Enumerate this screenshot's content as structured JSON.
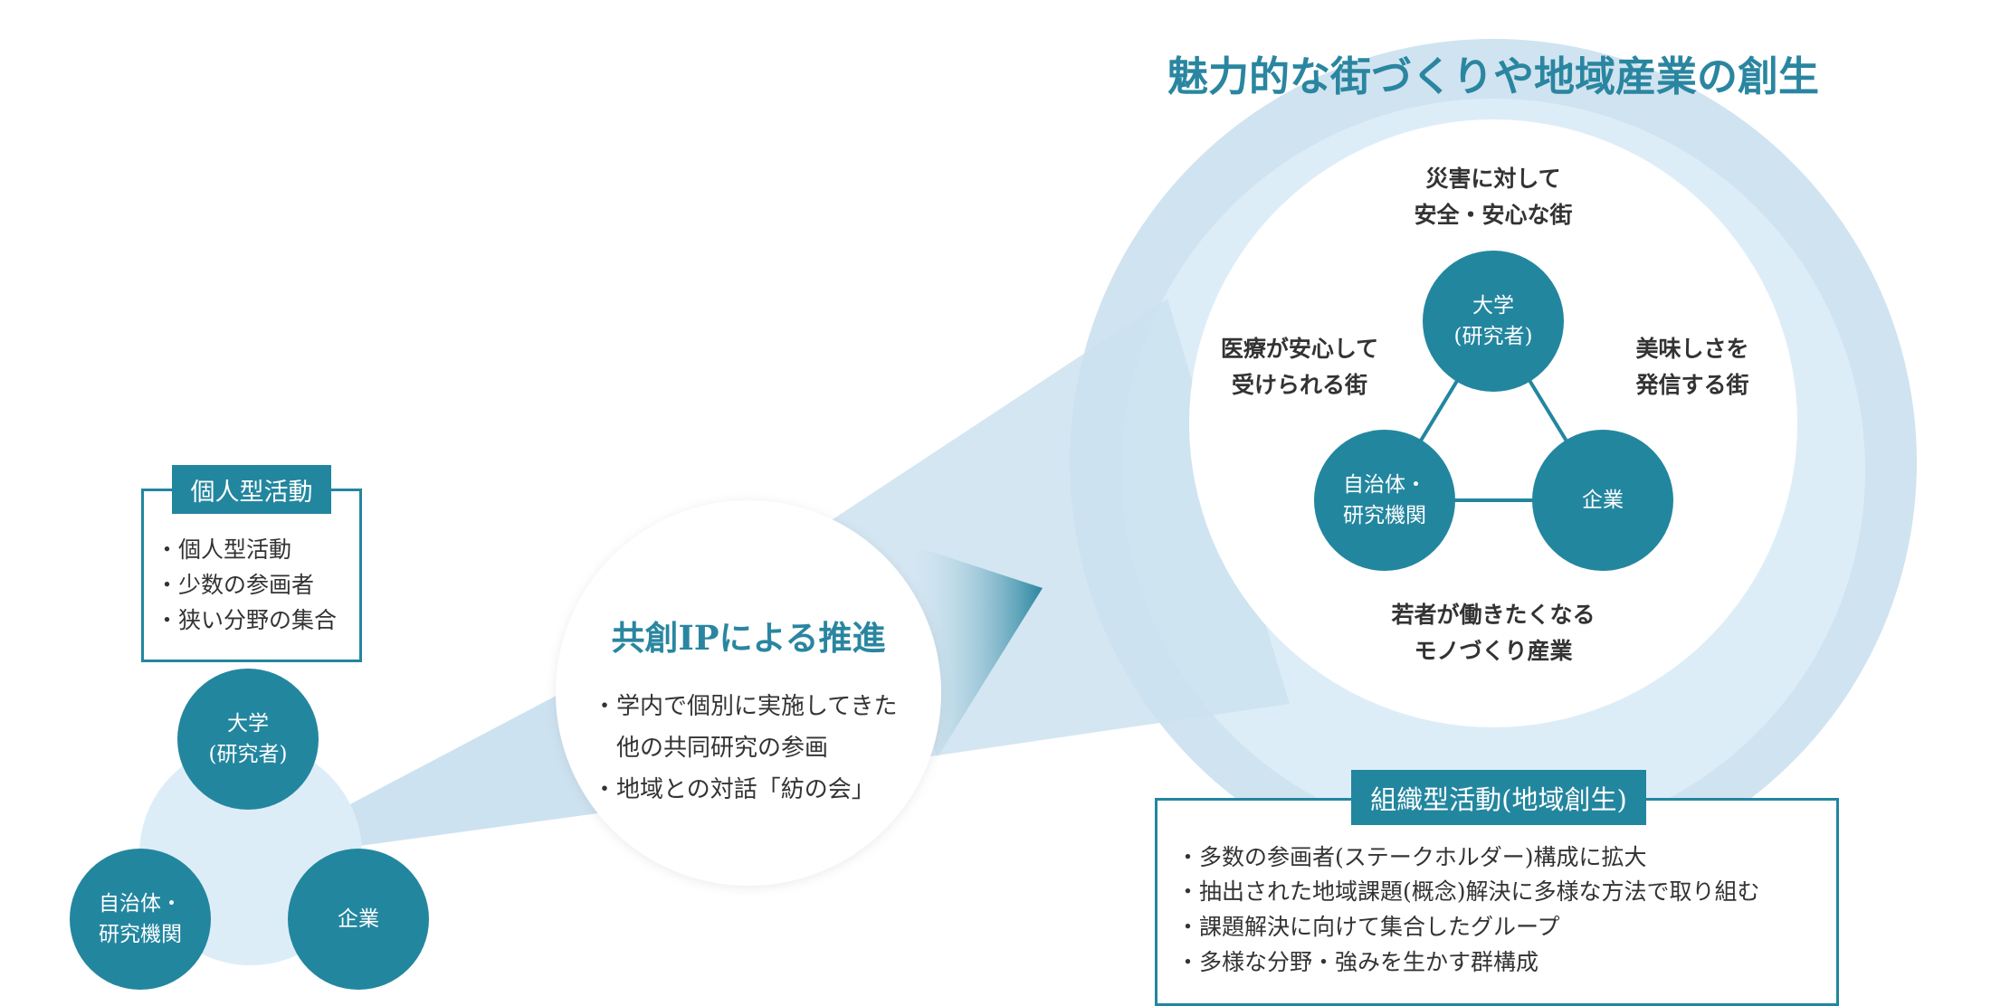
{
  "title": "魅力的な街づくりや地域産業の創生",
  "outcomes": {
    "top": [
      "災害に対して",
      "安全・安心な街"
    ],
    "left": [
      "医療が安心して",
      "受けられる街"
    ],
    "right": [
      "美味しさを",
      "発信する街"
    ],
    "bottom": [
      "若者が働きたくなる",
      "モノづくり産業"
    ]
  },
  "nodes": {
    "university": [
      "大学",
      "(研究者)"
    ],
    "municipality": [
      "自治体・",
      "研究機関"
    ],
    "company": "企業"
  },
  "center": {
    "title": "共創IPによる推進",
    "items": [
      "・学内で個別に実施してきた",
      "他の共同研究の参画",
      "・地域との対話「紡の会」"
    ]
  },
  "individual": {
    "label": "個人型活動",
    "items": [
      "・個人型活動",
      "・少数の参画者",
      "・狭い分野の集合"
    ]
  },
  "organizational": {
    "label": "組織型活動(地域創生)",
    "items": [
      "・多数の参画者(ステークホルダー)構成に拡大",
      "・抽出された地域課題(概念)解決に多様な方法で取り組む",
      "・課題解決に向けて集合したグループ",
      "・多様な分野・強みを生かす群構成"
    ]
  },
  "colors": {
    "accent": "#23869f",
    "ring_outer": "#d0e3f0",
    "ring_inner": "#ddedf8",
    "beam": "#cde2f0"
  }
}
